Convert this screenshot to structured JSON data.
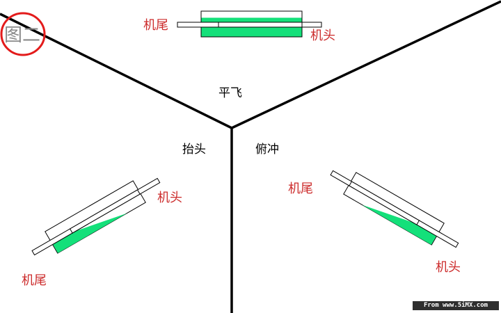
{
  "figure_label": "图二",
  "states": {
    "level": "平飞",
    "climb": "抬头",
    "dive": "俯冲"
  },
  "labels": {
    "tail": "机尾",
    "head": "机头"
  },
  "level_fill_fraction": 0.75,
  "watermark": "From www.5iMX.com",
  "colors": {
    "liquid": "#14e07a",
    "text_red": "#cc2b2b",
    "circle_red": "#e31b1b",
    "line": "#000000"
  }
}
